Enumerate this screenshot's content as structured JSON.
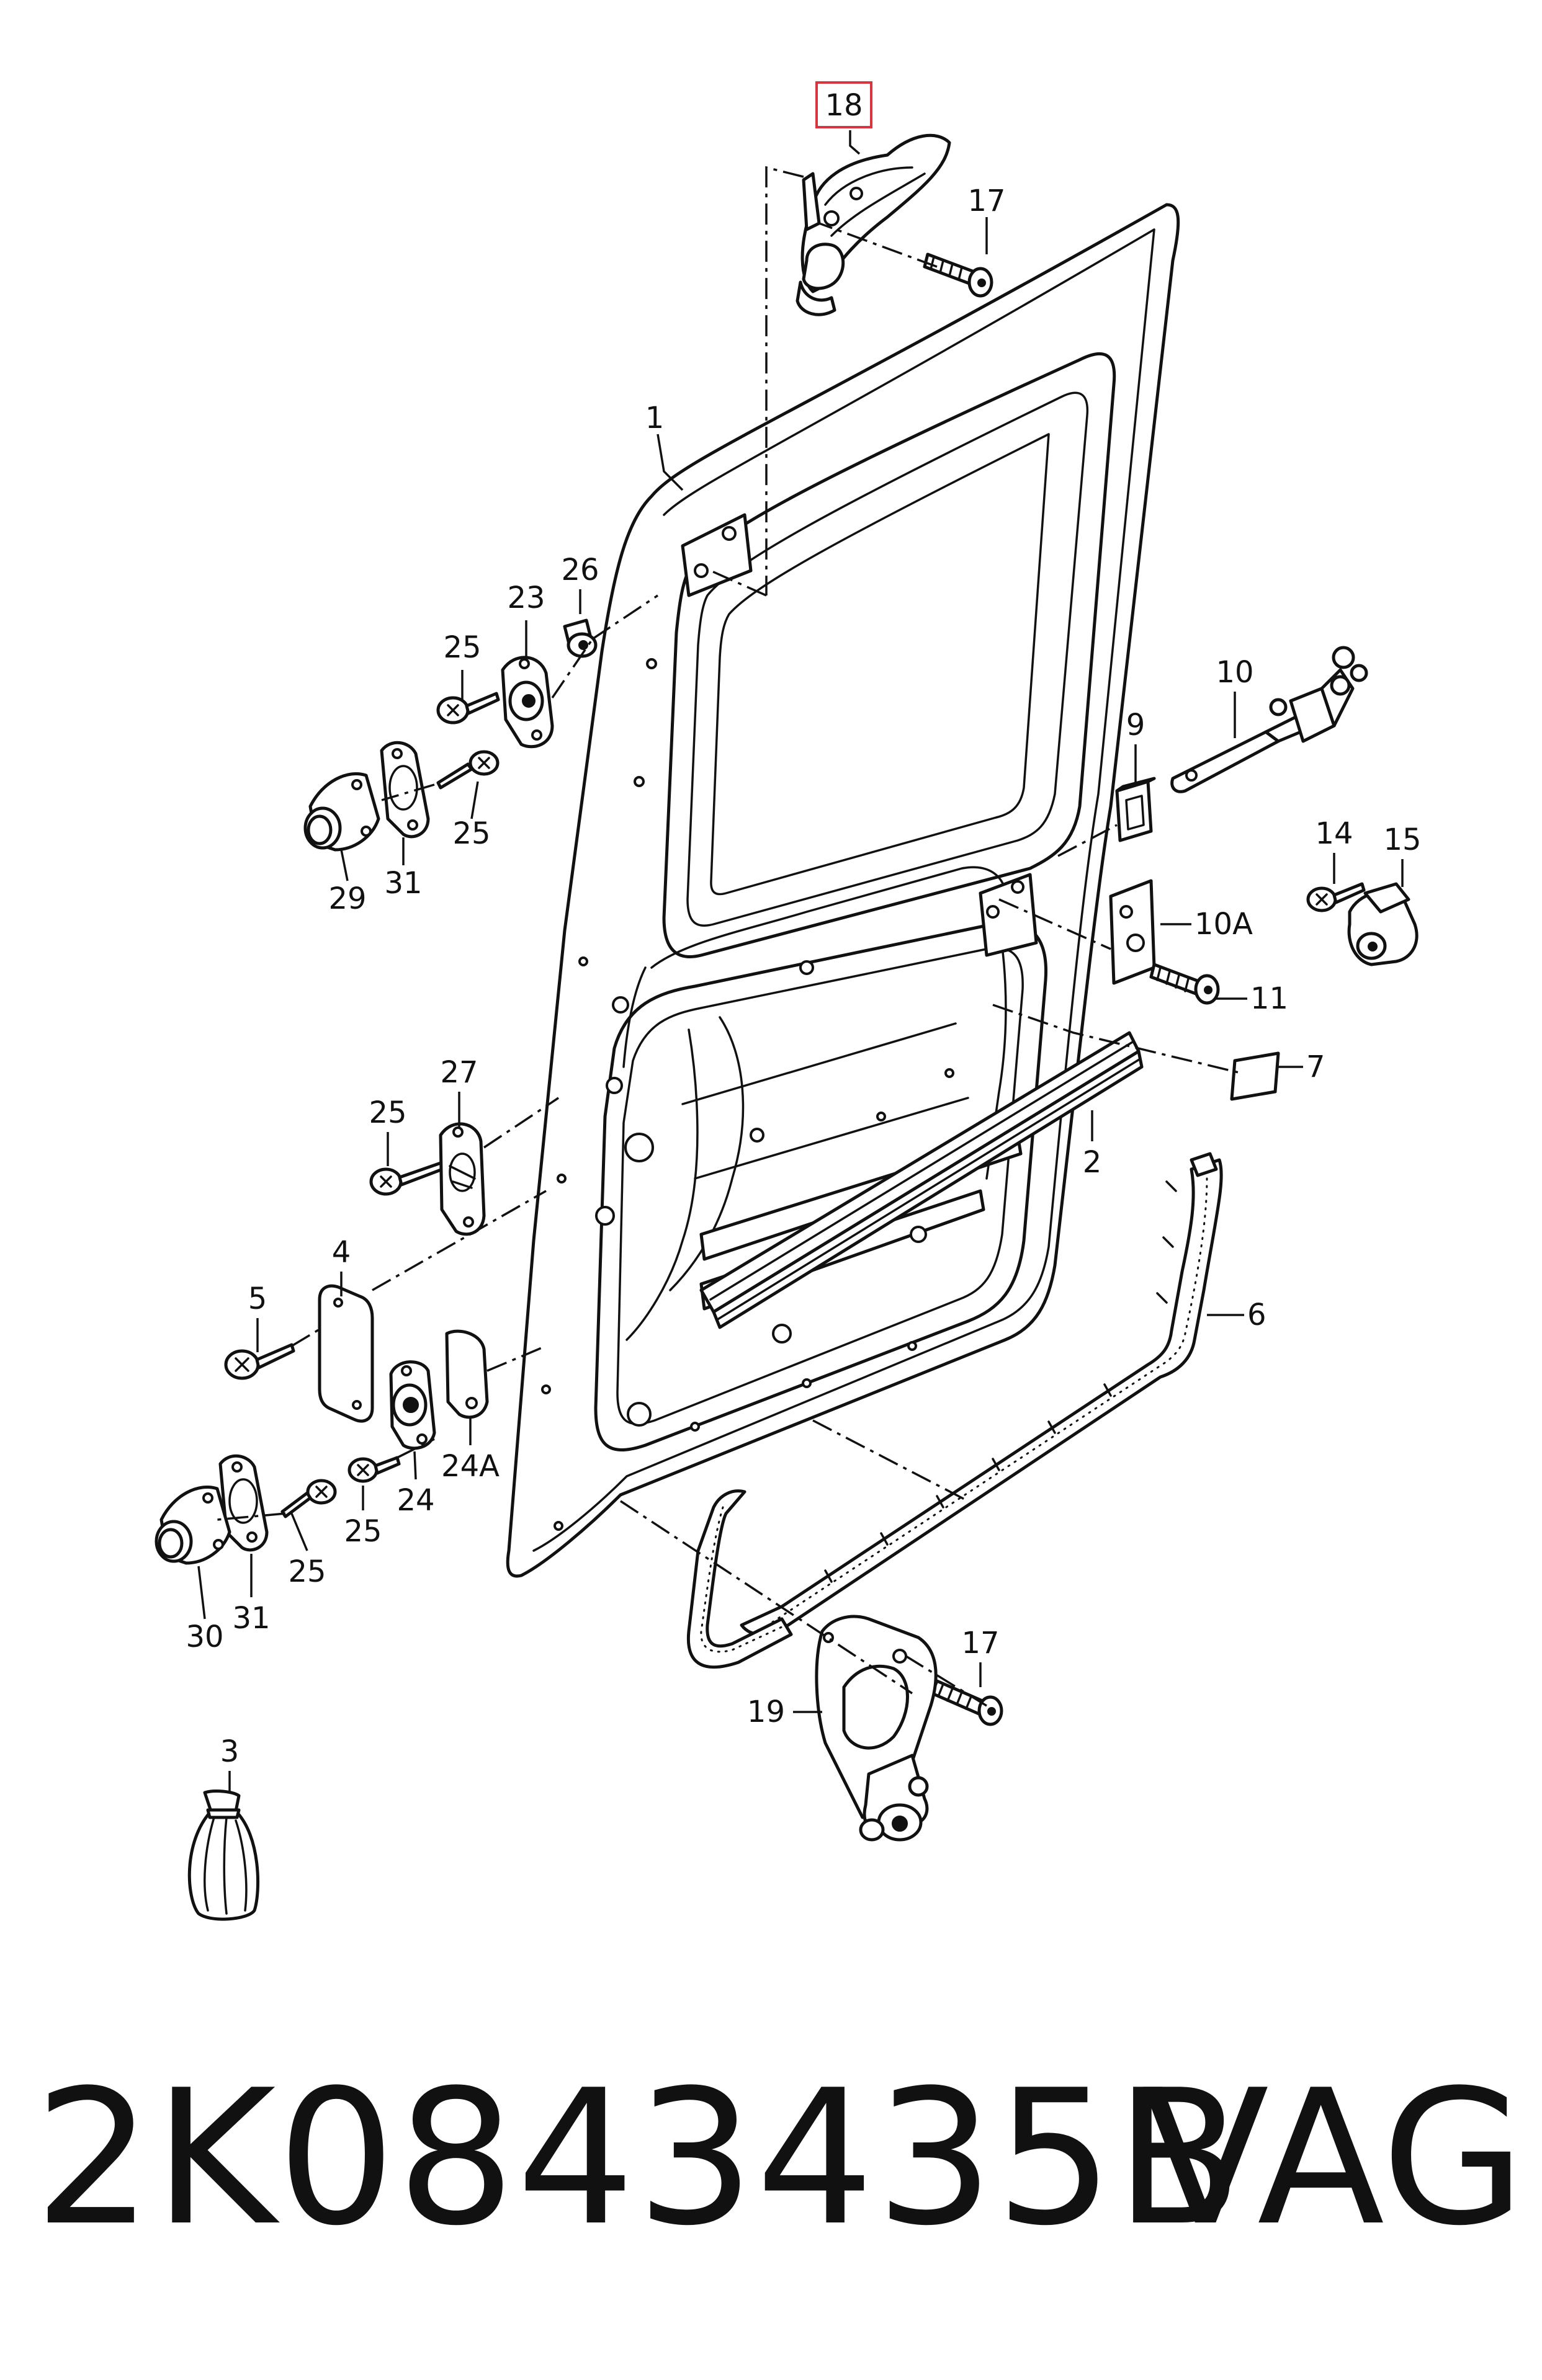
{
  "part_number": "2K0843435B",
  "brand": "VAG",
  "highlight_color": "#d9343f",
  "callouts": [
    "18",
    "17",
    "1",
    "26",
    "23",
    "25",
    "25",
    "31",
    "29",
    "10",
    "9",
    "14",
    "15",
    "10A",
    "11",
    "7",
    "2",
    "27",
    "25",
    "4",
    "5",
    "6",
    "24A",
    "24",
    "25",
    "30",
    "31",
    "25",
    "17",
    "19",
    "3"
  ]
}
